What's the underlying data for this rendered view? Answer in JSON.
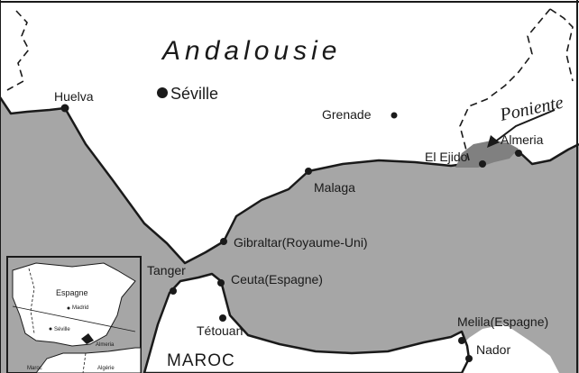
{
  "map": {
    "region_label": "Andalousie",
    "highlight_label": "Poniente",
    "country_label": "MAROC",
    "colors": {
      "sea": "#a6a6a6",
      "land": "#ffffff",
      "poniente_area": "#808080",
      "border": "#1a1a1a"
    },
    "cities": {
      "huelva": "Huelva",
      "seville": "Séville",
      "grenade": "Grenade",
      "el_ejido": "El Ejido",
      "almeria": "Almeria",
      "malaga": "Malaga",
      "gibraltar": "Gibraltar(Royaume-Uni)",
      "tanger": "Tanger",
      "ceuta": "Ceuta(Espagne)",
      "tetouan": "Tétouan",
      "melila": "Melila(Espagne)",
      "nador": "Nador"
    }
  },
  "inset": {
    "espagne": "Espagne",
    "madrid": "Madrid",
    "seville": "Séville",
    "almeria": "Almeria",
    "maroc": "Maroc",
    "algerie": "Algérie"
  }
}
